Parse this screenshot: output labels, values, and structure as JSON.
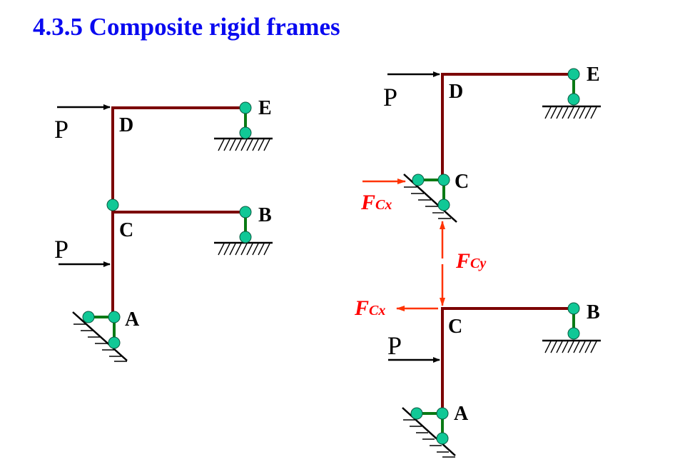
{
  "title": "4.3.5 Composite rigid frames",
  "colors": {
    "title": "#0a0af0",
    "member": "#7b0000",
    "link": "#0a7a14",
    "pin": "#10c896",
    "force": "#ff3300",
    "force_label": "#ff0000"
  },
  "left_diagram": {
    "joint_labels": {
      "D": "D",
      "E": "E",
      "C": "C",
      "B": "B",
      "A": "A"
    },
    "load_labels": {
      "upper": "P",
      "lower": "P"
    }
  },
  "right_diagram": {
    "joint_labels": {
      "D": "D",
      "E": "E",
      "C_upper": "C",
      "C_lower": "C",
      "B": "B",
      "A": "A"
    },
    "load_labels": {
      "upper": "P",
      "lower": "P"
    },
    "forces": {
      "fcx_upper": {
        "main": "F",
        "sub": "Cx"
      },
      "fcy": {
        "main": "F",
        "sub": "Cy"
      },
      "fcx_lower": {
        "main": "F",
        "sub": "Cx"
      }
    }
  }
}
